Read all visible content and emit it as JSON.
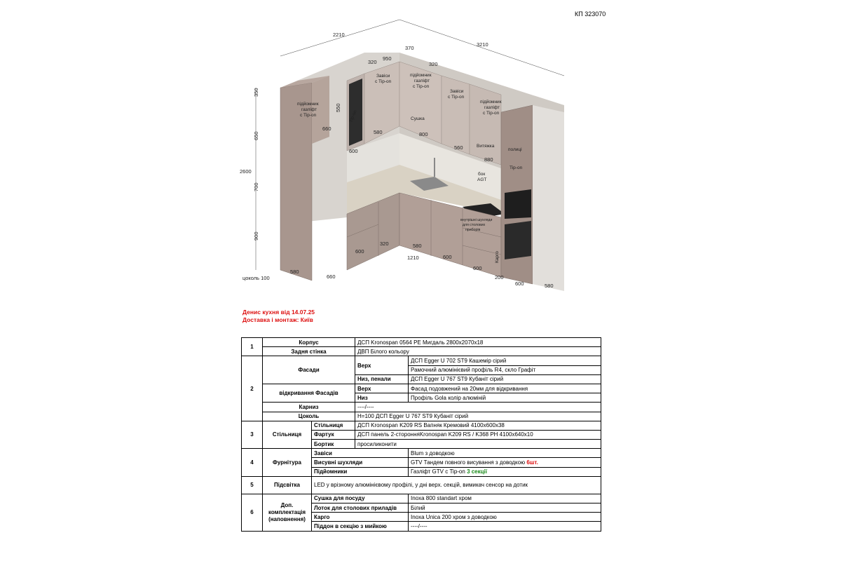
{
  "doc_id": "КП 323070",
  "order": {
    "line1": "Денис кухня від 14.07.25",
    "line2": "Доставка і монтаж: Київ"
  },
  "drawing": {
    "dims": {
      "top_left": "2210",
      "top_right": "3210",
      "d370": "370",
      "d320a": "320",
      "d950": "950",
      "d320b": "320",
      "h350": "350",
      "h650": "650",
      "h2600": "2600",
      "h700": "700",
      "h900": "900",
      "d550": "550",
      "d660a": "660",
      "d580a": "580",
      "d600a": "600",
      "d800": "800",
      "d560": "560",
      "d880": "880",
      "d600b": "600",
      "d320c": "320",
      "d580b": "580",
      "d1210": "1210",
      "d600c": "600",
      "d600d": "600",
      "d200": "200",
      "d600e": "600",
      "d580c": "580",
      "d580d": "580",
      "d660b": "660",
      "plinth": "цоколь 100"
    },
    "labels": {
      "lift1": [
        "підйомник",
        "газліфт",
        "с Tip-on"
      ],
      "lift2": [
        "підйомник",
        "газліфт",
        "с Tip-on"
      ],
      "lift3": [
        "підйомник",
        "газліфт",
        "с Tip-on"
      ],
      "hinge1": [
        "Завіси",
        "с Tip-on"
      ],
      "hinge2": [
        "Завіси",
        "с Tip-on"
      ],
      "tipon_vert": "Tip-on",
      "dryer": "Сушка",
      "hood": "Витяжка",
      "shelves": "полиці",
      "tipon2": "Tip-on",
      "side_agt": [
        "бок",
        "AGT"
      ],
      "cutlery": [
        "внутрішні шухляди",
        "для столових",
        "приборів"
      ],
      "cargo": "Карго"
    }
  },
  "table": {
    "r1": {
      "num": "1",
      "korpus": "Корпус",
      "korpus_val": "ДСП Kronospan 0564 PE Мигдаль 2800x2070x18",
      "back": "Задня стінка",
      "back_val": "ДВП Білого кольору"
    },
    "r2": {
      "num": "2",
      "facades": "Фасади",
      "opening": "відкривання Фасадів",
      "top": "Верх",
      "top_val1": "ДСП Egger U 702 ST9 Кашемір сірий",
      "top_val2": "Рамочний алюмінієвий профіль R4, скло Графіт",
      "bottom": "Низ, пенали",
      "bottom_val": "ДСП Egger U 767 ST9 Кубаніт сірий",
      "open_top": "Верх",
      "open_top_val": "Фасад подовжений на 20мм для відкривання",
      "open_bottom": "Низ",
      "open_bottom_val": "Профіль Gola колір алюміній",
      "cornice": "Карниз",
      "cornice_val": "----/----",
      "plinth": "Цоколь",
      "plinth_val": "H=100 ДСП Egger U 767 ST9 Кубаніт сірий"
    },
    "r3": {
      "num": "3",
      "cat": "Стільниця",
      "worktop": "Стільниця",
      "worktop_val": "ДСП Kronospan K209 RS Вапняк Кремовий 4100x600x38",
      "apron": "Фартук",
      "apron_val": "ДСП панель 2-сторонняKronospan K209 RS / K368 PH 4100x640x10",
      "edge": "Бортик",
      "edge_val": "просиликонити"
    },
    "r4": {
      "num": "4",
      "cat": "Фурнітура",
      "hinges": "Завіси",
      "hinges_val": "Blum з доводкою",
      "drawers": "Висувні шухляди",
      "drawers_val": "GTV Тандем повного висування з доводкою ",
      "drawers_red": "6шт.",
      "lifts": "Підйомники",
      "lifts_val": "Газліфт GTV с Tip-on ",
      "lifts_green": "3 секції"
    },
    "r5": {
      "num": "5",
      "cat": "Підсвітка",
      "val": "LED у врізному алюмінієвому профілі, у дні верх. секцій, вимикач сенсор на дотик"
    },
    "r6": {
      "num": "6",
      "cat": "Доп. комплектація (наповнення)",
      "dryer": "Сушка для посуду",
      "dryer_val": "Inoxa 800 standart хром",
      "tray": "Лоток для столових приладів",
      "tray_val": "Білий",
      "cargo": "Карго",
      "cargo_val": "Inoxa Unica 200 хром з доводкою",
      "sink_tray": "Піддон в секцію з мийкою",
      "sink_tray_val": "----/----"
    }
  }
}
